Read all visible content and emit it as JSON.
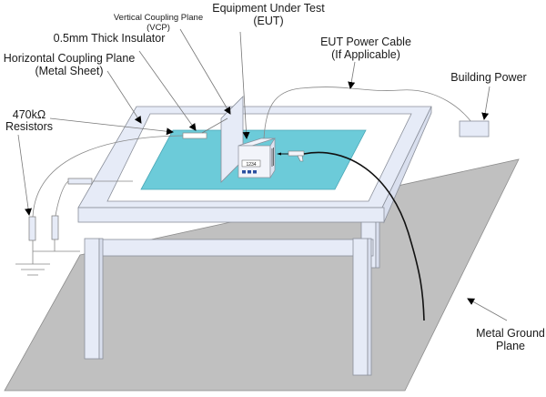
{
  "diagram": {
    "title": "ESD test setup: table-top equipment with horizontal and vertical coupling planes",
    "labels": {
      "eut_line1": "Equipment Under Test",
      "eut_line2": "(EUT)",
      "vcp_line1": "Vertical Coupling Plane",
      "vcp_line2": "(VCP)",
      "insulator": "0.5mm Thick Insulator",
      "hcp_line1": "Horizontal Coupling Plane",
      "hcp_line2": "(Metal Sheet)",
      "resistors_line1": "470kΩ",
      "resistors_line2": "Resistors",
      "power_cable_line1": "EUT Power Cable",
      "power_cable_line2": "(If Applicable)",
      "building_power": "Building Power",
      "ground_plane_line1": "Metal Ground",
      "ground_plane_line2": "Plane"
    },
    "eut_display": "1234",
    "colors": {
      "coupling_plane": "#6ccbd9",
      "ground_plane": "#c0c0c0",
      "table": "#e6ebf7",
      "insulator": "#ffffff",
      "esd_cable": "#111111"
    }
  }
}
